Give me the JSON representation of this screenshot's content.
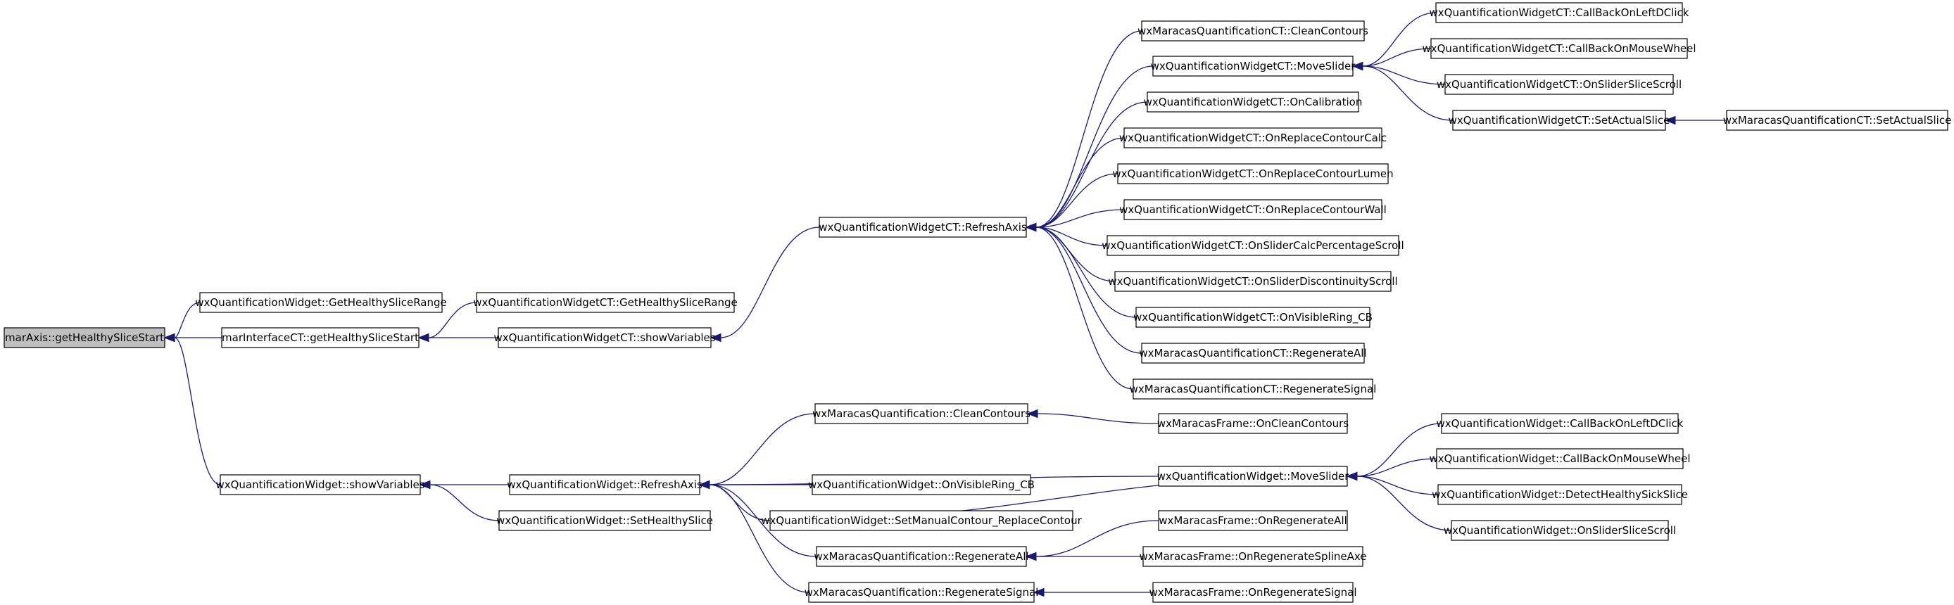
{
  "graph": {
    "colors": {
      "edge": "#191970",
      "root_fill": "#bfbfbf",
      "node_fill": "#ffffff",
      "node_border": "#000000"
    },
    "nodes": [
      {
        "id": "root",
        "label": "marAxis::getHealthySliceStart",
        "root": true
      },
      {
        "id": "qw_getrange",
        "label": "wxQuantificationWidget::GetHealthySliceRange"
      },
      {
        "id": "mic_get",
        "label": "marInterfaceCT::getHealthySliceStart"
      },
      {
        "id": "qw_showvars",
        "label": "wxQuantificationWidget::showVariables"
      },
      {
        "id": "qct_getrange",
        "label": "wxQuantificationWidgetCT::GetHealthySliceRange"
      },
      {
        "id": "qct_showvars",
        "label": "wxQuantificationWidgetCT::showVariables"
      },
      {
        "id": "qct_refresh",
        "label": "wxQuantificationWidgetCT::RefreshAxis"
      },
      {
        "id": "mqct_clean",
        "label": "wxMaracasQuantificationCT::CleanContours"
      },
      {
        "id": "qct_move",
        "label": "wxQuantificationWidgetCT::MoveSlider"
      },
      {
        "id": "qct_calib",
        "label": "wxQuantificationWidgetCT::OnCalibration"
      },
      {
        "id": "qct_repcalc",
        "label": "wxQuantificationWidgetCT::OnReplaceContourCalc"
      },
      {
        "id": "qct_replumen",
        "label": "wxQuantificationWidgetCT::OnReplaceContourLumen"
      },
      {
        "id": "qct_repwall",
        "label": "wxQuantificationWidgetCT::OnReplaceContourWall"
      },
      {
        "id": "qct_slcalc",
        "label": "wxQuantificationWidgetCT::OnSliderCalcPercentageScroll"
      },
      {
        "id": "qct_sldisc",
        "label": "wxQuantificationWidgetCT::OnSliderDiscontinuityScroll"
      },
      {
        "id": "qct_visring",
        "label": "wxQuantificationWidgetCT::OnVisibleRing_CB"
      },
      {
        "id": "mqct_regall",
        "label": "wxMaracasQuantificationCT::RegenerateAll"
      },
      {
        "id": "mqct_regsig",
        "label": "wxMaracasQuantificationCT::RegenerateSignal"
      },
      {
        "id": "qct_cbleft",
        "label": "wxQuantificationWidgetCT::CallBackOnLeftDClick"
      },
      {
        "id": "qct_cbwheel",
        "label": "wxQuantificationWidgetCT::CallBackOnMouseWheel"
      },
      {
        "id": "qct_slscroll",
        "label": "wxQuantificationWidgetCT::OnSliderSliceScroll"
      },
      {
        "id": "qct_setactual",
        "label": "wxQuantificationWidgetCT::SetActualSlice"
      },
      {
        "id": "mqct_setactual",
        "label": "wxMaracasQuantificationCT::SetActualSlice"
      },
      {
        "id": "qw_refresh",
        "label": "wxQuantificationWidget::RefreshAxis"
      },
      {
        "id": "qw_sethealthy",
        "label": "wxQuantificationWidget::SetHealthySlice"
      },
      {
        "id": "mq_clean",
        "label": "wxMaracasQuantification::CleanContours"
      },
      {
        "id": "mf_clean",
        "label": "wxMaracasFrame::OnCleanContours"
      },
      {
        "id": "qw_move",
        "label": "wxQuantificationWidget::MoveSlider"
      },
      {
        "id": "qw_visring",
        "label": "wxQuantificationWidget::OnVisibleRing_CB"
      },
      {
        "id": "qw_setmanual",
        "label": "wxQuantificationWidget::SetManualContour_ReplaceContour"
      },
      {
        "id": "mq_regall",
        "label": "wxMaracasQuantification::RegenerateAll"
      },
      {
        "id": "mq_regsig",
        "label": "wxMaracasQuantification::RegenerateSignal"
      },
      {
        "id": "mf_regall",
        "label": "wxMaracasFrame::OnRegenerateAll"
      },
      {
        "id": "mf_regspline",
        "label": "wxMaracasFrame::OnRegenerateSplineAxe"
      },
      {
        "id": "mf_regsig",
        "label": "wxMaracasFrame::OnRegenerateSignal"
      },
      {
        "id": "qw_cbleft",
        "label": "wxQuantificationWidget::CallBackOnLeftDClick"
      },
      {
        "id": "qw_cbwheel",
        "label": "wxQuantificationWidget::CallBackOnMouseWheel"
      },
      {
        "id": "qw_detect",
        "label": "wxQuantificationWidget::DetectHealthySickSlice"
      },
      {
        "id": "qw_slscroll",
        "label": "wxQuantificationWidget::OnSliderSliceScroll"
      }
    ],
    "edges": [
      {
        "from": "qw_getrange",
        "to": "root"
      },
      {
        "from": "mic_get",
        "to": "root"
      },
      {
        "from": "qw_showvars",
        "to": "root"
      },
      {
        "from": "qct_getrange",
        "to": "mic_get"
      },
      {
        "from": "qct_showvars",
        "to": "mic_get"
      },
      {
        "from": "qct_refresh",
        "to": "qct_showvars"
      },
      {
        "from": "mqct_clean",
        "to": "qct_refresh"
      },
      {
        "from": "qct_move",
        "to": "qct_refresh"
      },
      {
        "from": "qct_calib",
        "to": "qct_refresh"
      },
      {
        "from": "qct_repcalc",
        "to": "qct_refresh"
      },
      {
        "from": "qct_replumen",
        "to": "qct_refresh"
      },
      {
        "from": "qct_repwall",
        "to": "qct_refresh"
      },
      {
        "from": "qct_slcalc",
        "to": "qct_refresh"
      },
      {
        "from": "qct_sldisc",
        "to": "qct_refresh"
      },
      {
        "from": "qct_visring",
        "to": "qct_refresh"
      },
      {
        "from": "mqct_regall",
        "to": "qct_refresh"
      },
      {
        "from": "mqct_regsig",
        "to": "qct_refresh"
      },
      {
        "from": "qct_cbleft",
        "to": "qct_move"
      },
      {
        "from": "qct_cbwheel",
        "to": "qct_move"
      },
      {
        "from": "qct_slscroll",
        "to": "qct_move"
      },
      {
        "from": "qct_setactual",
        "to": "qct_move"
      },
      {
        "from": "mqct_setactual",
        "to": "qct_setactual"
      },
      {
        "from": "qw_refresh",
        "to": "qw_showvars"
      },
      {
        "from": "qw_sethealthy",
        "to": "qw_showvars"
      },
      {
        "from": "mq_clean",
        "to": "qw_refresh"
      },
      {
        "from": "qw_move",
        "to": "qw_refresh"
      },
      {
        "from": "qw_visring",
        "to": "qw_refresh"
      },
      {
        "from": "qw_setmanual",
        "to": "qw_refresh"
      },
      {
        "from": "mq_regall",
        "to": "qw_refresh"
      },
      {
        "from": "mq_regsig",
        "to": "qw_refresh"
      },
      {
        "from": "mf_clean",
        "to": "mq_clean"
      },
      {
        "from": "qw_setmanual",
        "to": "qw_move"
      },
      {
        "from": "mf_regall",
        "to": "mq_regall"
      },
      {
        "from": "mf_regspline",
        "to": "mq_regall"
      },
      {
        "from": "mf_regsig",
        "to": "mq_regsig"
      },
      {
        "from": "qw_cbleft",
        "to": "qw_move"
      },
      {
        "from": "qw_cbwheel",
        "to": "qw_move"
      },
      {
        "from": "qw_detect",
        "to": "qw_move"
      },
      {
        "from": "qw_slscroll",
        "to": "qw_move"
      }
    ]
  }
}
